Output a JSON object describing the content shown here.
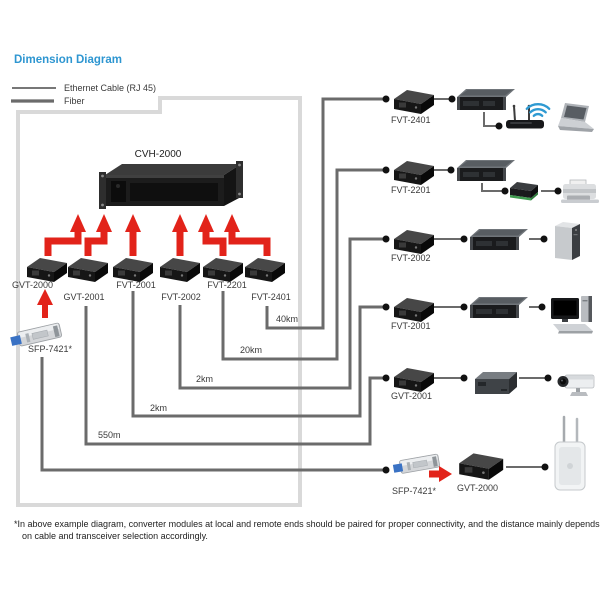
{
  "title": "Dimension Diagram",
  "legend": {
    "ethernet_label": "Ethernet Cable (RJ 45)",
    "fiber_label": "Fiber"
  },
  "chassis_label": "CVH-2000",
  "local_modules": [
    {
      "label": "GVT-2000"
    },
    {
      "label": "GVT-2001"
    },
    {
      "label": "FVT-2001"
    },
    {
      "label": "FVT-2002"
    },
    {
      "label": "FVT-2201"
    },
    {
      "label": "FVT-2401"
    }
  ],
  "local_sfp_label": "SFP-7421*",
  "distances": [
    {
      "label": "40km"
    },
    {
      "label": "20km"
    },
    {
      "label": "2km"
    },
    {
      "label": "2km"
    },
    {
      "label": "550m"
    }
  ],
  "remote_rows": [
    {
      "converter_label": "FVT-2401",
      "devices": [
        "network-switch",
        "wireless-router",
        "laptop"
      ]
    },
    {
      "converter_label": "FVT-2201",
      "devices": [
        "network-switch",
        "print-server",
        "printer"
      ]
    },
    {
      "converter_label": "FVT-2002",
      "devices": [
        "network-switch",
        "pc-tower"
      ]
    },
    {
      "converter_label": "FVT-2001",
      "devices": [
        "network-switch",
        "desktop-computer"
      ]
    },
    {
      "converter_label": "GVT-2001",
      "devices": [
        "media-box",
        "ip-camera"
      ]
    },
    {
      "sfp_label": "SFP-7421*",
      "converter_label": "GVT-2000",
      "devices": [
        "outdoor-access-point"
      ]
    }
  ],
  "footnote": "*In above example diagram, converter modules at local and remote ends should be paired for proper connectivity, and the distance mainly depends on cable and transceiver selection accordingly.",
  "colors": {
    "accent_blue": "#2e96d1",
    "arrow_red": "#e2231a",
    "line_gray": "#6b6b6b",
    "frame_gray": "#d9d9d9",
    "wifi_blue": "#2f9ad2"
  }
}
